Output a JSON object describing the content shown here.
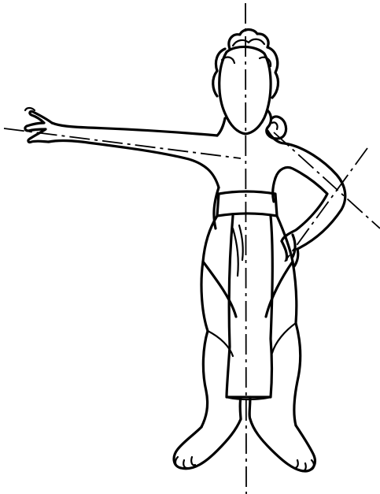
{
  "figure": {
    "background_color": "#ffffff",
    "line_color": "#000000",
    "axes": [
      "vertical-body-axis",
      "outstretched-arm-axis",
      "bent-arm-axis"
    ]
  }
}
